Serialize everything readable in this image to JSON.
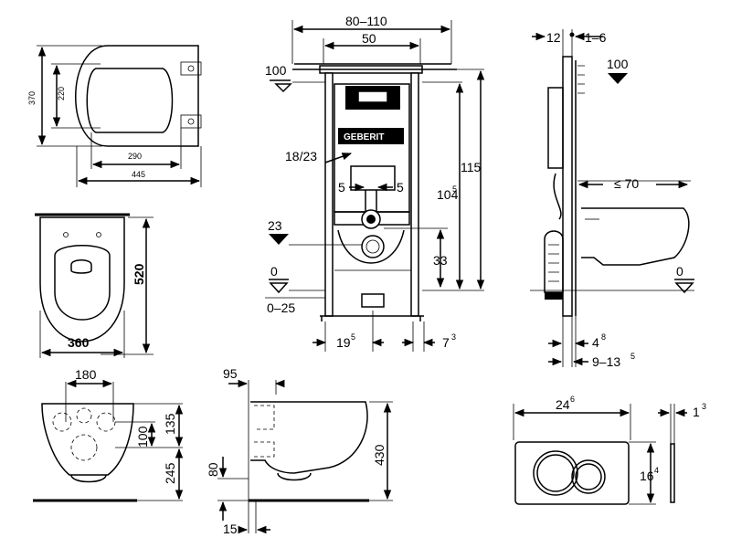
{
  "seat_top": {
    "d370": "370",
    "d220": "220",
    "d290": "290",
    "d445": "445"
  },
  "bowl_top": {
    "d520": "520",
    "d360": "360"
  },
  "frame": {
    "d80_110": "80–110",
    "d50": "50",
    "d100": "100",
    "d18_23": "18/23",
    "d5a": "5",
    "d5b": "5",
    "d115": "115",
    "d104": "104",
    "d104sup": "5",
    "d23": "23",
    "d33": "33",
    "d0": "0",
    "d0_25": "0–25",
    "d19": "19",
    "d19sup": "5",
    "d7": "7",
    "d7sup": "3",
    "logo": "GEBERIT"
  },
  "side": {
    "d12": "12",
    "d1_6": "1–6",
    "d100": "100",
    "d70": "≤ 70",
    "d0": "0",
    "d4": "4",
    "d4sup": "8",
    "d9_13": "9–13",
    "d9sup": "5"
  },
  "bowl_front": {
    "d180": "180",
    "d135": "135",
    "d100": "100",
    "d245": "245"
  },
  "bowl_side": {
    "d95": "95",
    "d80": "80",
    "d15": "15",
    "d430": "430"
  },
  "plate": {
    "d24": "24",
    "d24sup": "6",
    "d1": "1",
    "d1sup": "3",
    "d16": "16",
    "d16sup": "4"
  }
}
